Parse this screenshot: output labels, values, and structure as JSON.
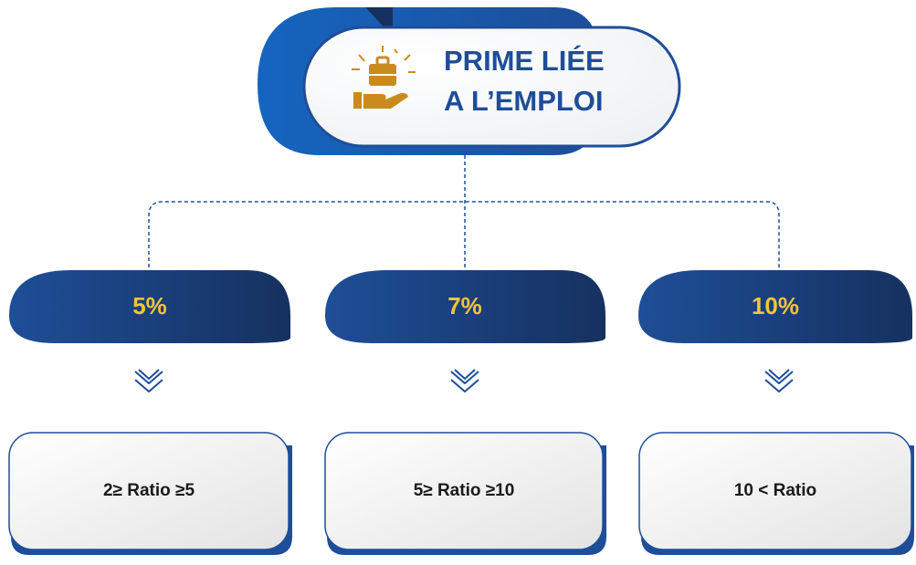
{
  "header": {
    "title_line1": "PRIME LIÉE",
    "title_line2": "A L’EMPLOI",
    "icon": "briefcase-hand-icon"
  },
  "tiers": [
    {
      "rate": "5%",
      "condition": "2≥ Ratio ≥5"
    },
    {
      "rate": "7%",
      "condition": "5≥ Ratio ≥10"
    },
    {
      "rate": "10%",
      "condition": "10 < Ratio"
    }
  ],
  "colors": {
    "navy_dark": "#16315f",
    "navy": "#1e4e98",
    "blue_bright": "#1565c0",
    "gold": "#f2c43a",
    "icon_gold": "#c98b1c"
  },
  "icons": {
    "down": "double-chevron-down-icon"
  }
}
